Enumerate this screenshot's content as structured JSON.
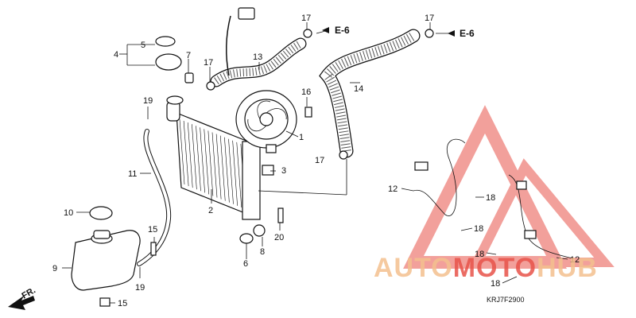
{
  "diagram": {
    "labels": [
      "1",
      "2",
      "3",
      "4",
      "5",
      "6",
      "7",
      "8",
      "9",
      "10",
      "11",
      "12",
      "13",
      "14",
      "15",
      "16",
      "17",
      "18",
      "19",
      "20"
    ],
    "references": {
      "e6": "E-6"
    },
    "direction": "FR.",
    "code": "KRJ7F2900",
    "watermark": {
      "part1": "AUTO",
      "part2": "MOTO",
      "part3": "HUB",
      "color_main": "#f4c08f",
      "color_accent": "#e8534a"
    }
  }
}
